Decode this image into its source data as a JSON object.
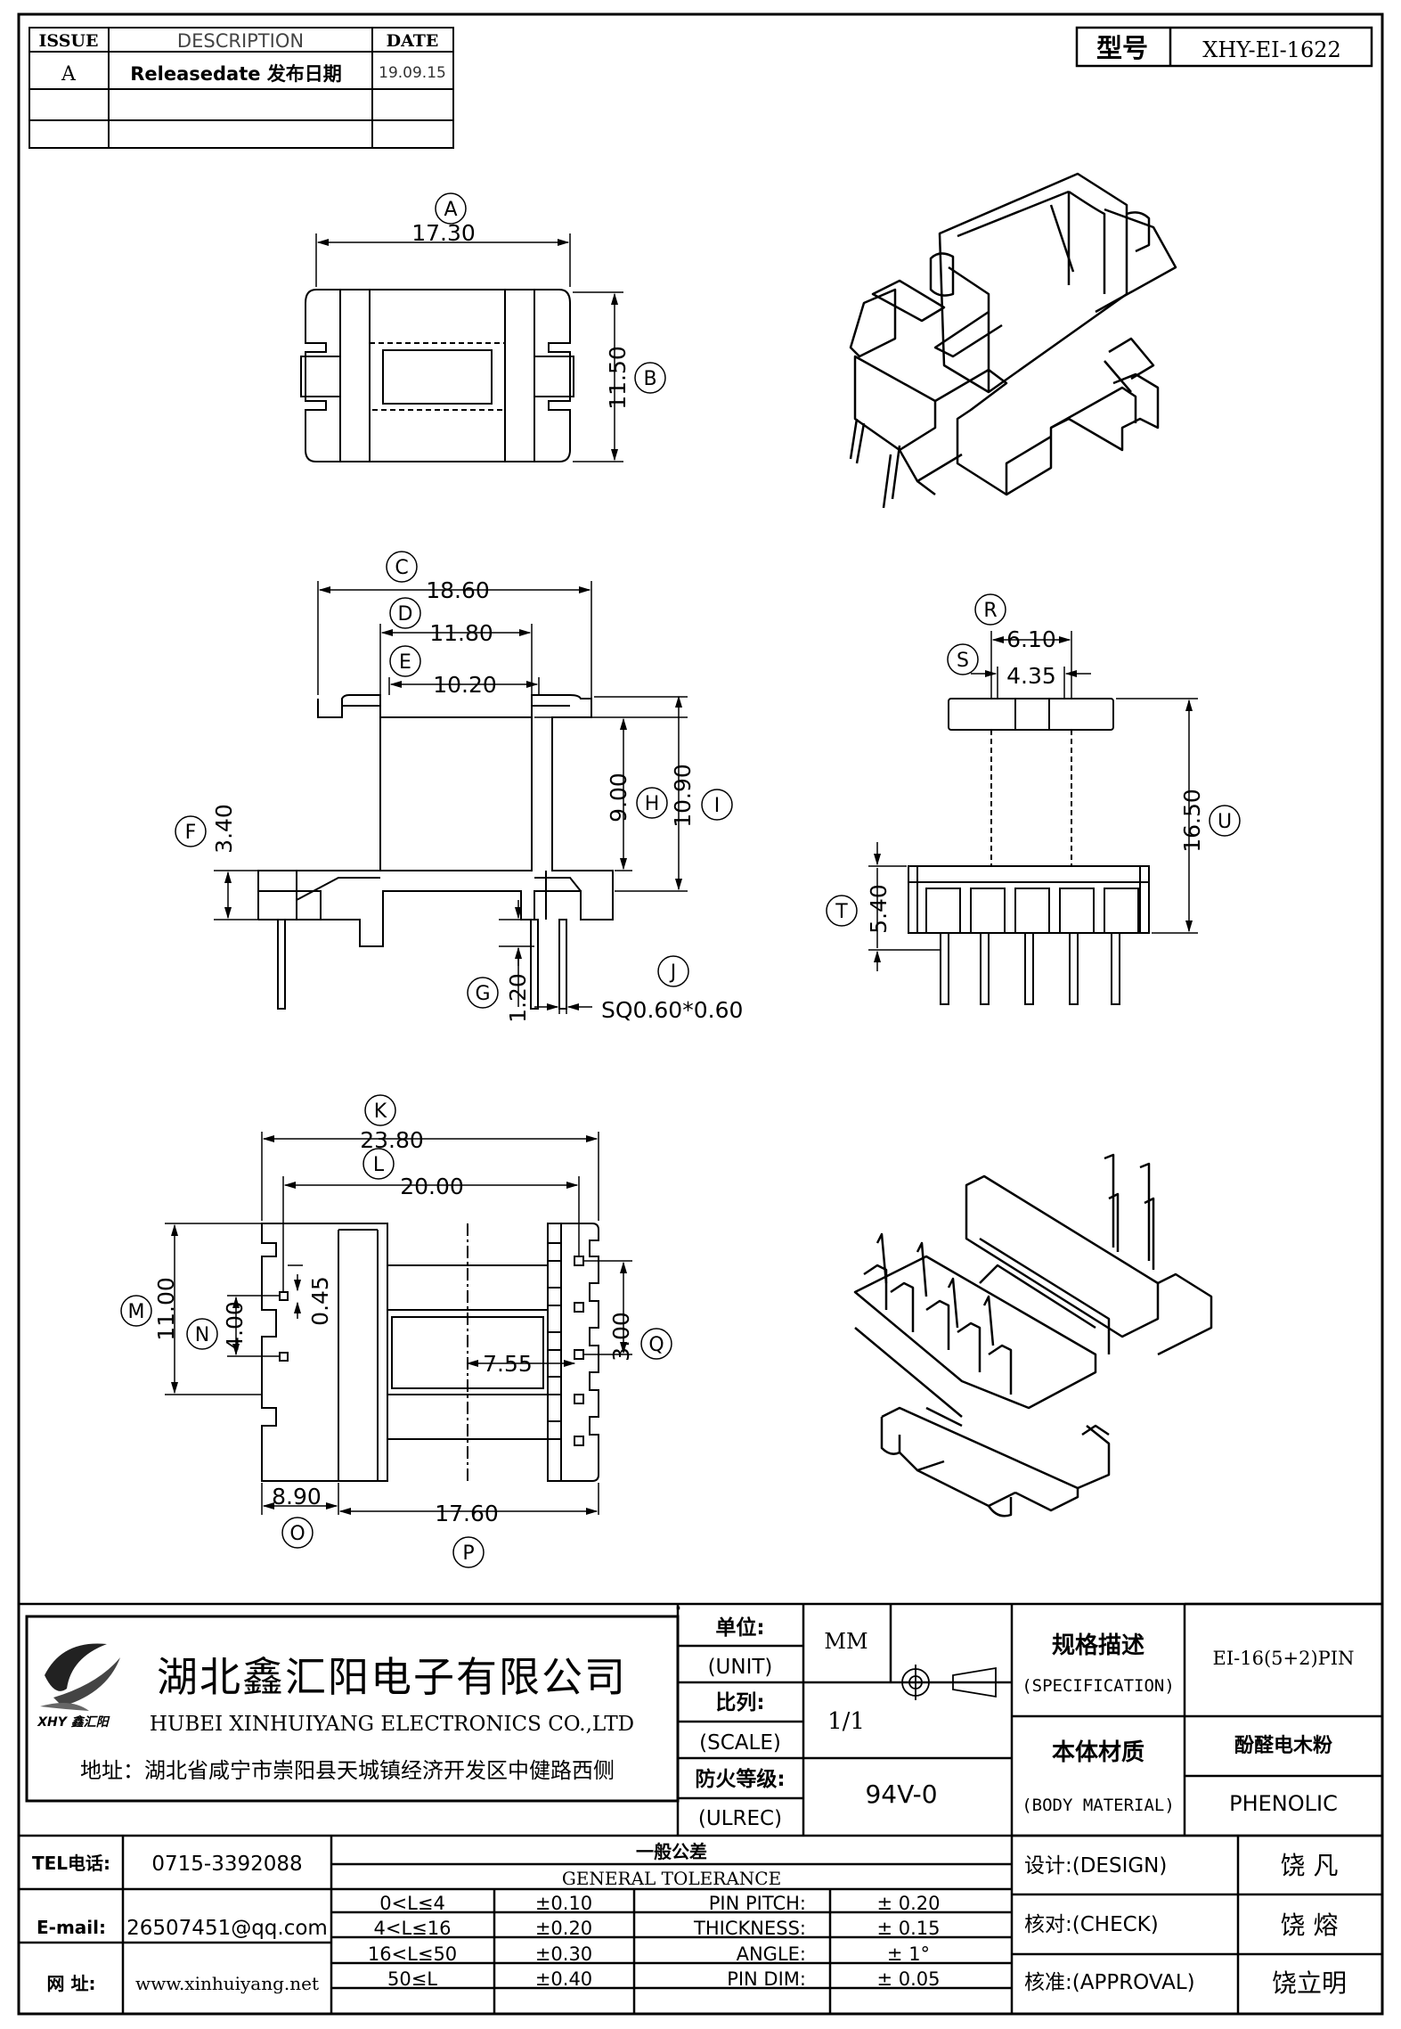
{
  "revision_table": {
    "headers": [
      "ISSUE",
      "DESCRIPTION",
      "DATE"
    ],
    "rows": [
      {
        "issue": "A",
        "description": "Releasedate 发布日期",
        "date": "19.09.15"
      }
    ]
  },
  "model_box": {
    "label": "型号",
    "value": "XHY-EI-1622"
  },
  "dimensions": {
    "A": "17.30",
    "B": "11.50",
    "C": "18.60",
    "D": "11.80",
    "E": "10.20",
    "F": "3.40",
    "G": "1.20",
    "H": "9.00",
    "I": "10.90",
    "J": "SQ0.60*0.60",
    "K": "23.80",
    "L": "20.00",
    "M": "11.00",
    "N": "4.00",
    "O": "8.90",
    "P": "17.60",
    "Q": "3.00",
    "R": "6.10",
    "S": "4.35",
    "T": "5.40",
    "U": "16.50",
    "extra_045": "0.45",
    "extra_755": "7.55"
  },
  "company": {
    "name_cn": "湖北鑫汇阳电子有限公司",
    "name_en": "HUBEI XINHUIYANG ELECTRONICS CO.,LTD",
    "address": "地址：湖北省咸宁市崇阳县天城镇经济开发区中健路西侧",
    "logo_text": "XHY 鑫汇阳"
  },
  "title_block": {
    "unit_label_cn": "单位:",
    "unit_label_en": "(UNIT)",
    "unit_value": "MM",
    "scale_label_cn": "比列:",
    "scale_label_en": "(SCALE)",
    "scale_value": "1/1",
    "fire_label_cn": "防火等级:",
    "fire_label_en": "(ULREC)",
    "fire_value": "94V-0",
    "spec_label_cn": "规格描述",
    "spec_label_en": "(SPECIFICATION)",
    "spec_value": "EI-16(5+2)PIN",
    "material_label_cn": "本体材质",
    "material_label_en": "(BODY MATERIAL)",
    "material_value_cn": "酚醛电木粉",
    "material_value_en": "PHENOLIC"
  },
  "contact": {
    "tel_label": "TEL电话:",
    "tel": "0715-3392088",
    "email_label": "E-mail:",
    "email": "26507451@qq.com",
    "web_label": "网   址:",
    "web": "www.xinhuiyang.net"
  },
  "tolerance": {
    "title_cn": "一般公差",
    "title_en": "GENERAL TOLERANCE",
    "rows": [
      {
        "range": "0<L≤4",
        "tol": "±0.10",
        "item": "PIN PITCH:",
        "val": "±  0.20"
      },
      {
        "range": "4<L≤16",
        "tol": "±0.20",
        "item": "THICKNESS:",
        "val": "±  0.15"
      },
      {
        "range": "16<L≤50",
        "tol": "±0.30",
        "item": "ANGLE:",
        "val": "±  1°"
      },
      {
        "range": "50≤L",
        "tol": "±0.40",
        "item": "PIN DIM:",
        "val": "±  0.05"
      }
    ]
  },
  "signoff": {
    "design_label": "设计:(DESIGN)",
    "design_name": "饶  凡",
    "check_label": "核对:(CHECK)",
    "check_name": "饶  熔",
    "approval_label": "核准:(APPROVAL)",
    "approval_name": "饶立明"
  }
}
